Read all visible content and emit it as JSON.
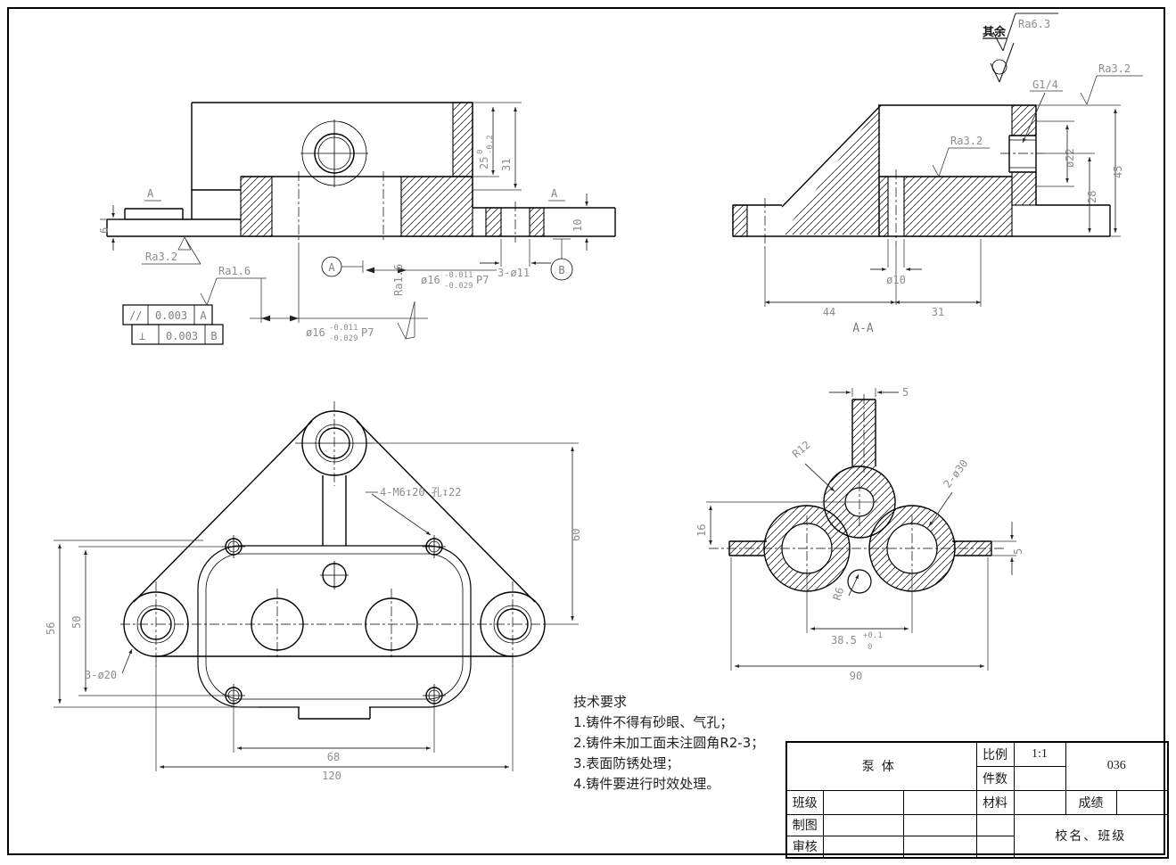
{
  "v1": {
    "a_left": "A",
    "a_right": "A",
    "d6": "6",
    "ra32": "Ra3.2",
    "ra16_frame": "Ra1.6",
    "tol1_sym": "//",
    "tol1_val": "0.003",
    "tol1_dat": "A",
    "tol2_sym": "⊥",
    "tol2_val": "0.003",
    "tol2_dat": "B",
    "d25": "25",
    "d25_up": "0",
    "d25_lo": "-0.2",
    "d31": "31",
    "d10": "10",
    "d3o11": "3-ø11",
    "dat_a": "A",
    "dat_b": "B",
    "o16a": "ø16",
    "o16a_up": "-0.011",
    "o16a_lo": "-0.029",
    "o16a_fit": "P7",
    "ra16_vert": "Ra1.6",
    "o16b": "ø16",
    "o16b_up": "-0.011",
    "o16b_lo": "-0.029",
    "o16b_fit": "P7"
  },
  "v2": {
    "qiyu": "其余",
    "ra63": "Ra6.3",
    "g14": "G1/4",
    "ra32_top": "Ra3.2",
    "ra32_in": "Ra3.2",
    "o22": "ø22",
    "d28": "28",
    "d45": "45",
    "o10": "ø10",
    "d44": "44",
    "d31": "31",
    "title": "A-A"
  },
  "v3": {
    "m6_note": "4-M6↧20 孔↧22",
    "d60": "60",
    "d56": "56",
    "d50": "50",
    "d3o20": "3-ø20",
    "d68": "68",
    "d120": "120"
  },
  "v4": {
    "d5_top": "5",
    "r12": "R12",
    "o30": "2-ø30",
    "d16": "16",
    "r6": "R6",
    "d5_right": "5",
    "d385": "38.5",
    "d385_up": "+0.1",
    "d385_lo": "0",
    "d90": "90"
  },
  "tech": {
    "title": "技术要求",
    "line1": "1.铸件不得有砂眼、气孔；",
    "line2": "2.铸件未加工面未注圆角R2-3；",
    "line3": "3.表面防锈处理；",
    "line4": "4.铸件要进行时效处理。"
  },
  "tb": {
    "part_name": "泵体",
    "scale_label": "比例",
    "scale_value": "1:1",
    "qty_label": "件数",
    "code": "036",
    "class_label": "班级",
    "material_label": "材料",
    "grade_label": "成绩",
    "draft_label": "制图",
    "audit_label": "审核",
    "school_label": "校名、班级"
  }
}
